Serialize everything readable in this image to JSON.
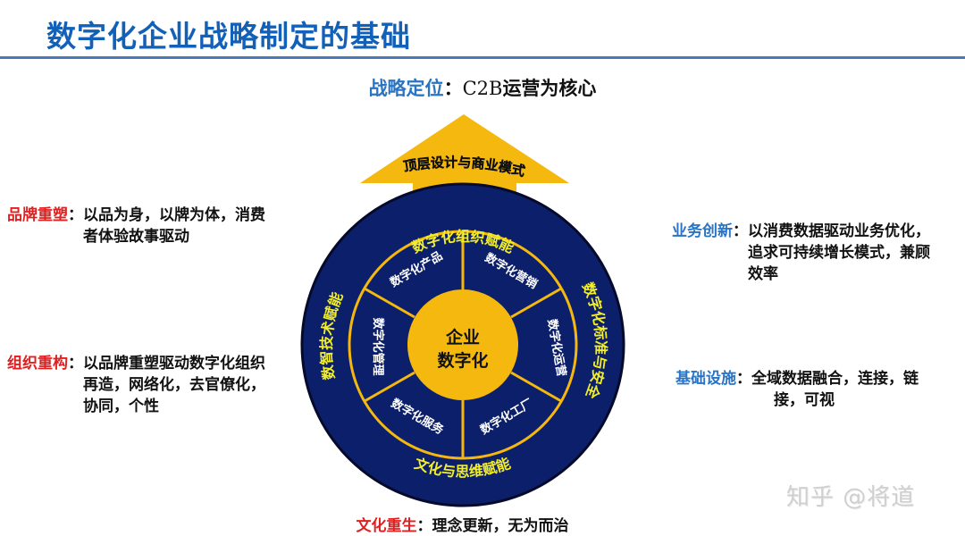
{
  "slide": {
    "title": "数字化企业战略制定的基础"
  },
  "strategy": {
    "label": "战略定位",
    "colon": "：",
    "c2b": "C2B",
    "rest": "运营为核心"
  },
  "diagram": {
    "arrow_label": "顶层设计与商业模式",
    "center_line1": "企业",
    "center_line2": "数字化",
    "outer_ring": {
      "top": "数字化组织赋能",
      "left": "数智技术赋能",
      "right": "数字化标准与安全",
      "bottom": "文化与思维赋能"
    },
    "segments": [
      "数字化产品",
      "数字化营销",
      "数字化运营",
      "数字化工厂",
      "数字化服务",
      "数字化管理"
    ],
    "colors": {
      "navy": "#0c1f6b",
      "gold": "#f5b80f",
      "ring_text": "#f2ee2a",
      "segment_text": "#ffffff",
      "center_text": "#111111"
    }
  },
  "notes": {
    "brand": {
      "label": "品牌重塑",
      "colon": "：",
      "text": "以品为身，以牌为体，消费者体验故事驱动"
    },
    "org": {
      "label": "组织重构",
      "colon": "：",
      "text": "以品牌重塑驱动数字化组织再造，网络化，去官僚化，协同，个性"
    },
    "biz": {
      "label": "业务创新",
      "colon": "：",
      "text": "以消费数据驱动业务优化，追求可持续增长模式，兼顾效率"
    },
    "infra": {
      "label": "基础设施",
      "colon": "：",
      "line1": "全域数据融合，连接，链",
      "line2": "接，可视"
    },
    "culture": {
      "label": "文化重生",
      "colon": "：",
      "text": "理念更新，无为而治"
    }
  },
  "watermark": "知乎 @将道"
}
